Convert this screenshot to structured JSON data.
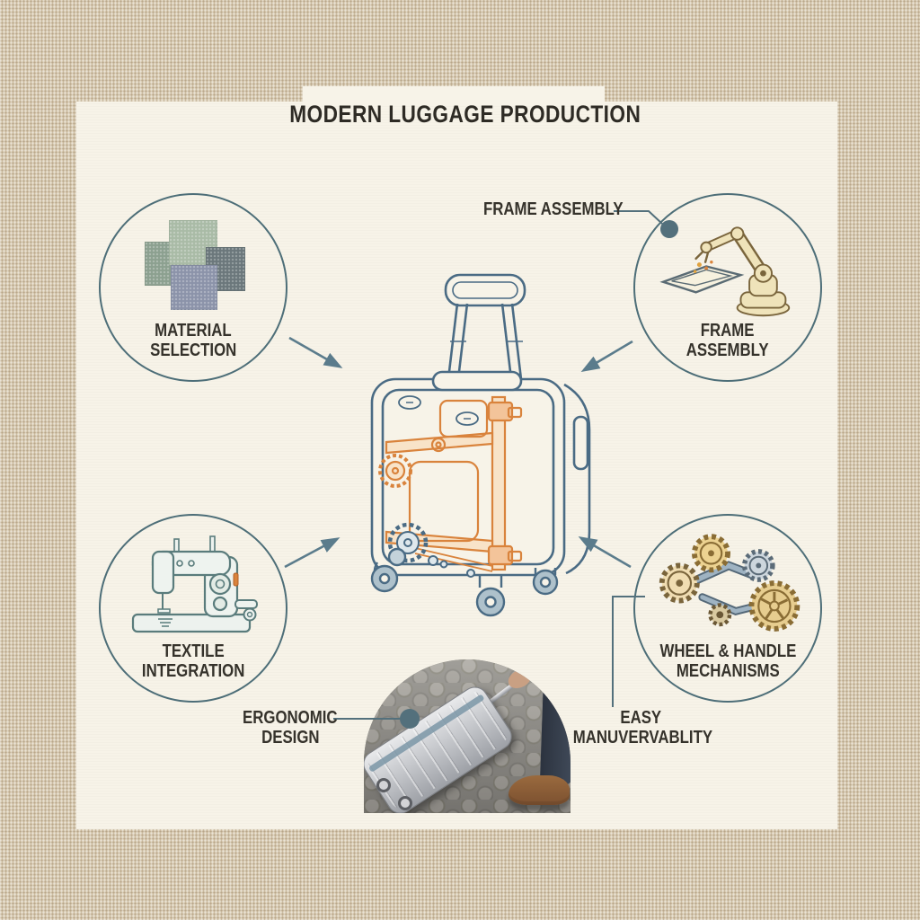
{
  "title": "MODERN LUGGAGE PRODUCTION",
  "nodes": {
    "material_selection": {
      "line1": "MATERIAL",
      "line2": "SELECTION",
      "icon": "fabric-swatches"
    },
    "frame_assembly": {
      "line1": "FRAME",
      "line2": "ASSEMBLY",
      "icon": "robot-arm"
    },
    "textile_integration": {
      "line1": "TEXTILE",
      "line2": "INTEGRATION",
      "icon": "sewing-machine"
    },
    "wheel_handle": {
      "line1": "WHEEL & HANDLE",
      "line2": "MECHANISMS",
      "icon": "gears"
    }
  },
  "callouts": {
    "frame_assembly_label": "FRAME ASSEMBLY",
    "ergonomic": {
      "line1": "ERGONOMIC",
      "line2": "DESIGN"
    },
    "easy": {
      "line1": "EASY",
      "line2": "MANUVERVABLITY"
    }
  },
  "colors": {
    "canvas_background": "#d8cbb2",
    "panel": "#f7f3e8",
    "node_border": "#4d6e78",
    "arrow": "#5b7c8c",
    "callout_dot": "#53707c",
    "text": "#32302a",
    "suitcase_outline": "#4a6b84",
    "suitcase_frame_orange": "#d9833c",
    "swatch_top": "#a9bba6",
    "swatch_left": "#8ca08f",
    "swatch_right": "#6b777b",
    "swatch_bottom": "#8b93a9"
  }
}
